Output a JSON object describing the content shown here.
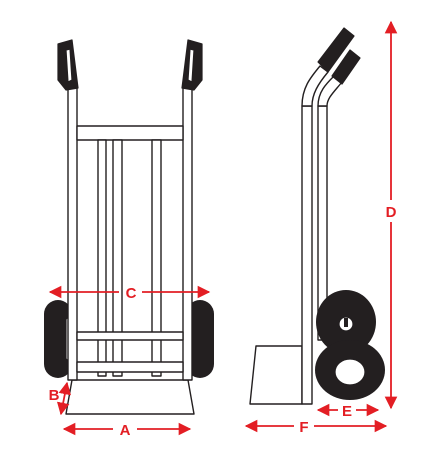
{
  "colors": {
    "dimension": "#e31e24",
    "outline": "#231f20",
    "background": "#ffffff"
  },
  "dimensions": {
    "a": "A",
    "b": "B",
    "c": "C",
    "d": "D",
    "e": "E",
    "f": "F"
  }
}
